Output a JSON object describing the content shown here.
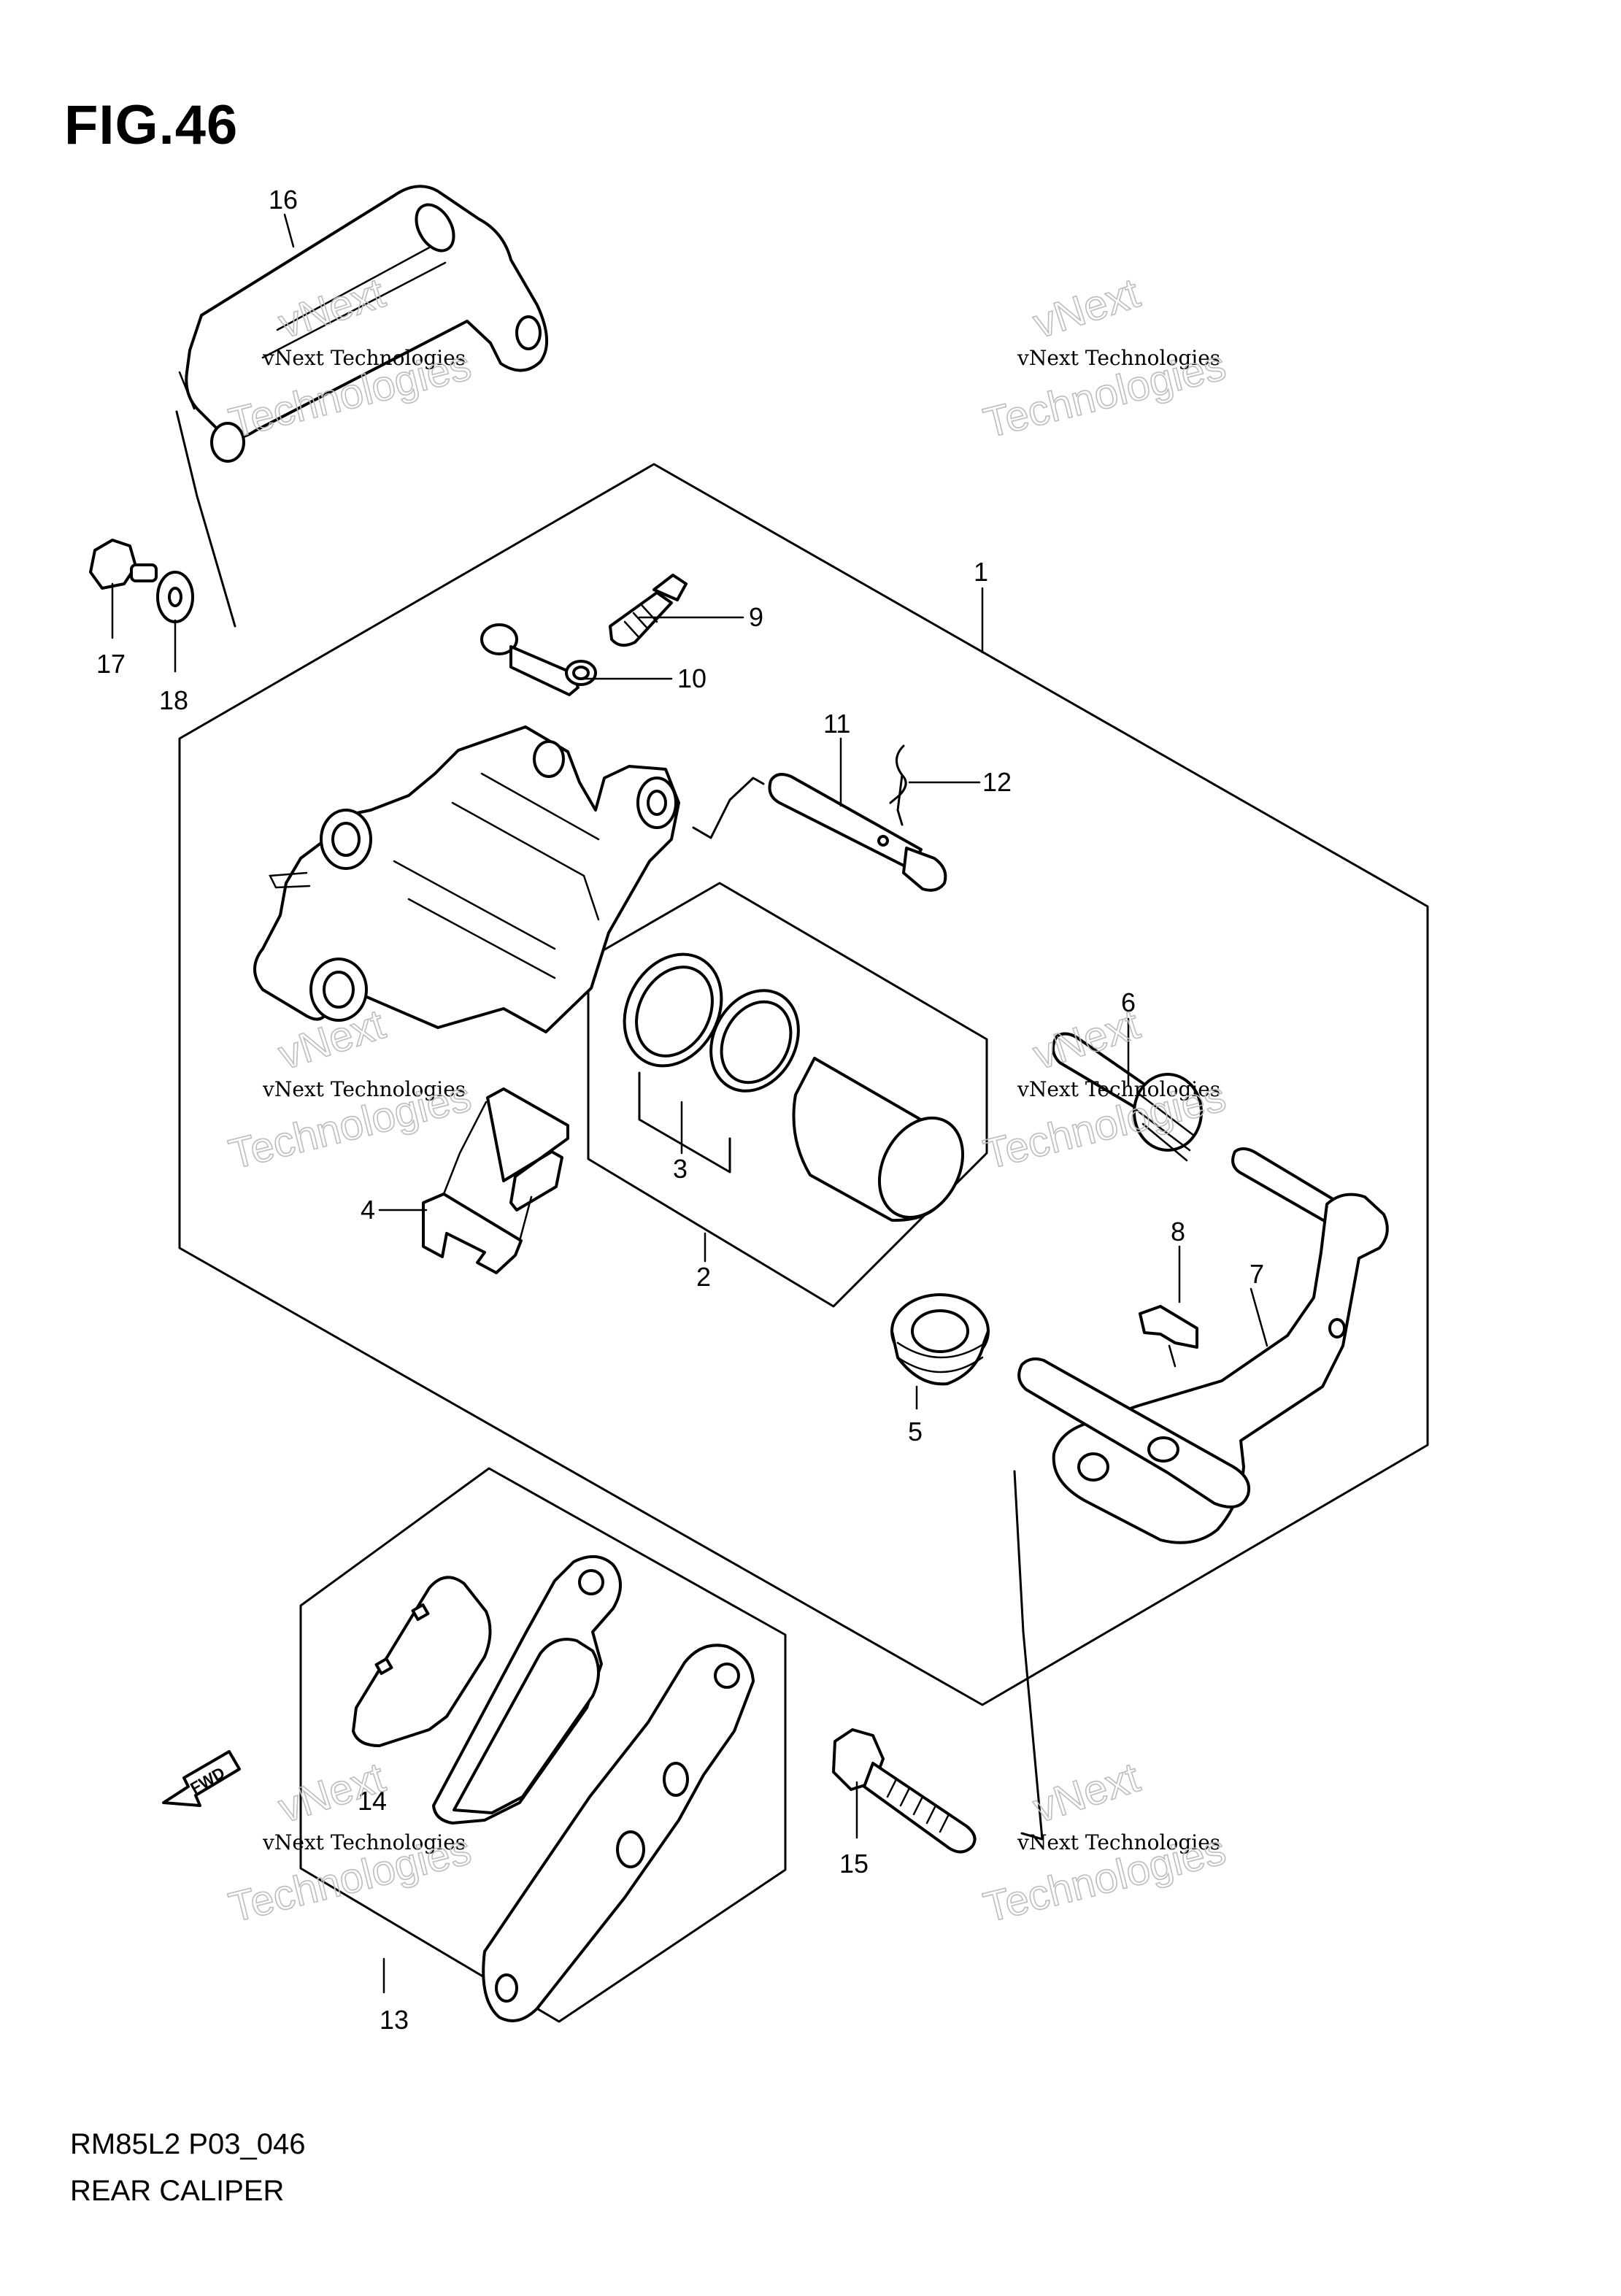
{
  "figure": {
    "title": "FIG.46",
    "model_code": "RM85L2 P03_046",
    "caption": "REAR CALIPER",
    "fwd_label": "FWD"
  },
  "watermark": {
    "small": "vNext Technologies",
    "big": "Technologies",
    "top": "vNext"
  },
  "callouts": {
    "c1": "1",
    "c2": "2",
    "c3": "3",
    "c4": "4",
    "c5": "5",
    "c6": "6",
    "c7": "7",
    "c8": "8",
    "c9": "9",
    "c10": "10",
    "c11": "11",
    "c12": "12",
    "c13": "13",
    "c14": "14",
    "c15": "15",
    "c16": "16",
    "c17": "17",
    "c18": "18"
  }
}
